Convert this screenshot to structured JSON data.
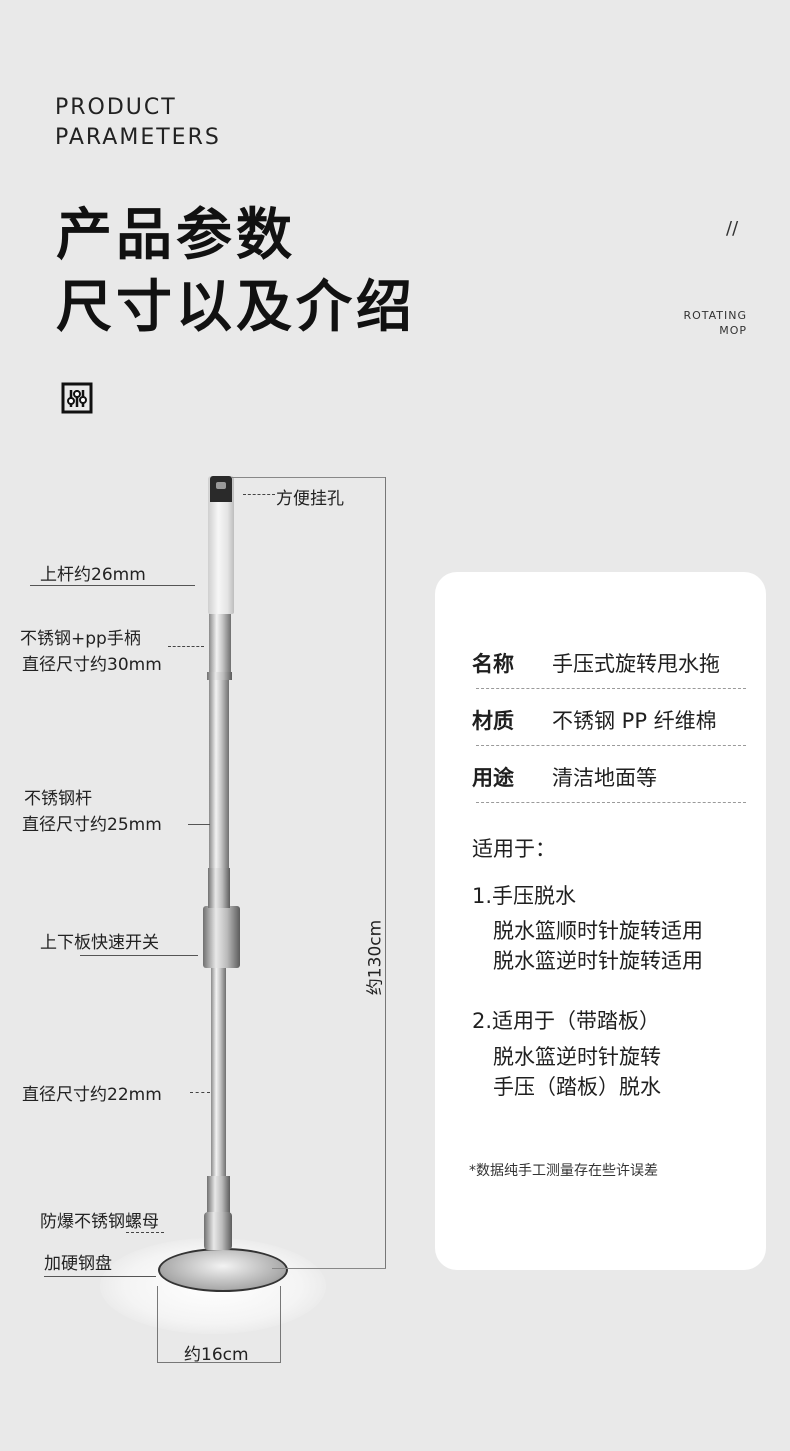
{
  "header": {
    "en_line1": "PRODUCT",
    "en_line2": "PARAMETERS",
    "cn_line1": "产品参数",
    "cn_line2": "尺寸以及介绍",
    "slash": "//",
    "tag_line1": "ROTATING",
    "tag_line2": "MOP",
    "icon": "settings-sliders-icon"
  },
  "diagram": {
    "hanging_hole": "方便挂孔",
    "upper_rod": "上杆约26mm",
    "handle_line1": "不锈钢+pp手柄",
    "handle_line2": "直径尺寸约30mm",
    "rod_line1": "不锈钢杆",
    "rod_line2": "直径尺寸约25mm",
    "switch": "上下板快速开关",
    "lower_rod": "直径尺寸约22mm",
    "nut": "防爆不锈钢螺母",
    "plate": "加硬钢盘",
    "height": "约130cm",
    "width": "约16cm"
  },
  "card": {
    "rows": [
      {
        "key": "名称",
        "value": "手压式旋转甩水拖"
      },
      {
        "key": "材质",
        "value": "不锈钢 PP 纤维棉"
      },
      {
        "key": "用途",
        "value": "清洁地面等"
      }
    ],
    "applicable_title": "适用于：",
    "item1_title": "1.手压脱水",
    "item1_lines": [
      "脱水篮顺时针旋转适用",
      "脱水篮逆时针旋转适用"
    ],
    "item2_title": "2.适用于（带踏板）",
    "item2_lines": [
      "脱水篮逆时针旋转",
      "手压（踏板）脱水"
    ],
    "note": "*数据纯手工测量存在些许误差"
  }
}
